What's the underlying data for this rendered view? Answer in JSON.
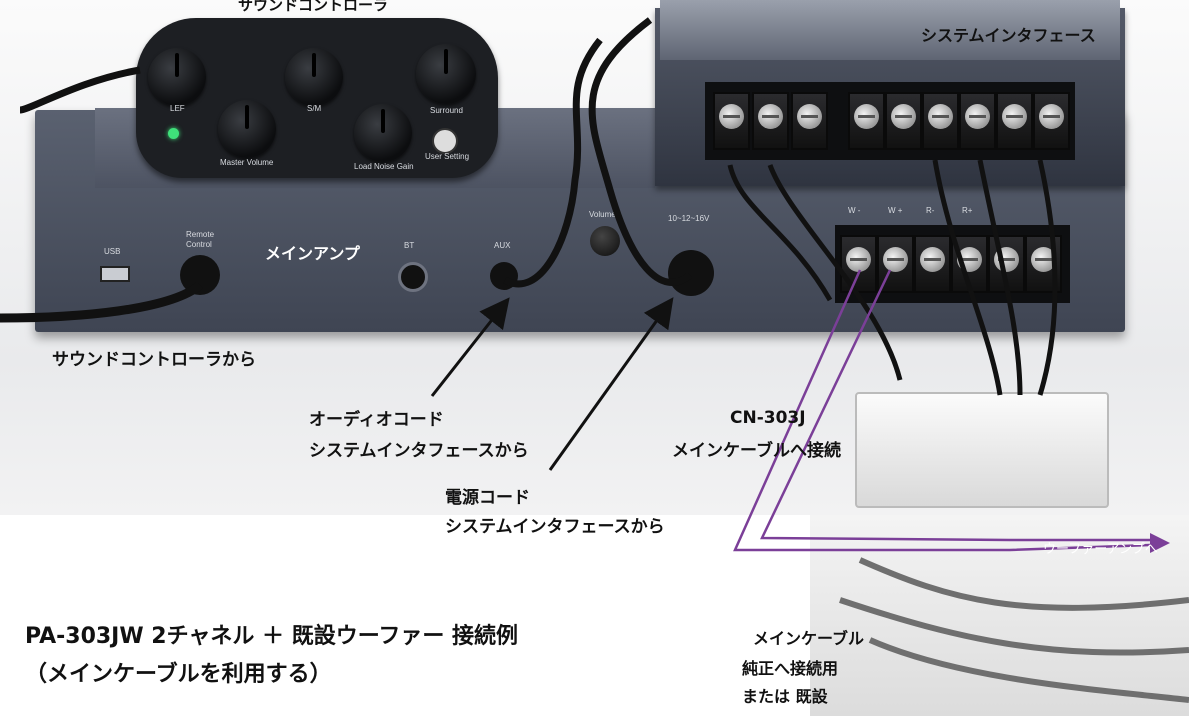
{
  "labels": {
    "sound_controller_top": "サウンドコントローラ",
    "system_interface": "システムインタフェース",
    "main_amp": "メインアンプ",
    "from_sound_controller": "サウンドコントローラから",
    "audio_cord_1": "オーディオコード",
    "audio_cord_2": "システムインタフェースから",
    "power_cord_1": "電源コード",
    "power_cord_2": "システムインタフェースから",
    "cn303j": "CN-303J",
    "to_main_cable": "メインケーブルへ接続",
    "woofer_amp": "ウーファーアンプへ",
    "main_cable_1": "メインケーブル",
    "main_cable_2": "純正へ接続用",
    "main_cable_3": "または 既設",
    "title_1": "PA-303JW 2チャネル ＋ 既設ウーファー 接続例",
    "title_2": "（メインケーブルを利用する）"
  },
  "device_text": {
    "lef": "LEF",
    "sm": "S/M",
    "surround": "Surround",
    "master_volume": "Master Volume",
    "load_noise_gain": "Load Noise Gain",
    "user_setting": "User Setting",
    "usb": "USB",
    "remote_control_1": "Remote",
    "remote_control_2": "Control",
    "bt": "BT",
    "aux": "AUX",
    "volume": "Volume",
    "voltage": "10~12~16V",
    "w_minus": "W -",
    "w_plus": "W +",
    "r_minus": "R-",
    "r_plus": "R+"
  },
  "colors": {
    "arrow_black": "#111111",
    "purple_line": "#7b3f98",
    "amp_body": "#4b5261",
    "controller_body": "#1d1f23"
  }
}
